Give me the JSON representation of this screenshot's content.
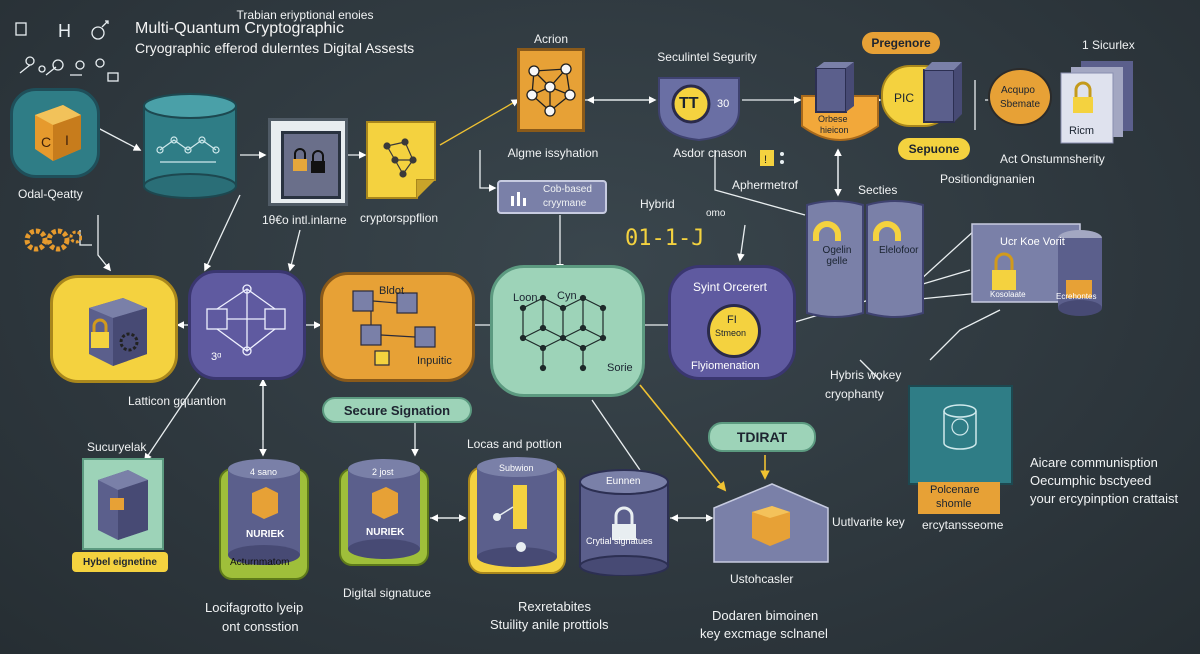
{
  "header": {
    "title": "Multi-Quantum Cryptographic",
    "subtitle": "Cryographic efferod dulerntes Digital Assests"
  },
  "legend_glyphs": [
    "□",
    "H",
    "♂",
    "◎",
    "▭"
  ],
  "labels": {
    "odal_quatty": "Odal-Qeatty",
    "trabian": "Trabian eriyptional enoies",
    "iteo": "1θ€o intl.inlarne",
    "cryptosphion": "cryptorsppflion",
    "acrion": "Acrion",
    "algme": "Algme issyhation",
    "cob_based": "Cob-based",
    "cryptname": "cryymane",
    "seculintel": "Seculintel Segurity",
    "tt": "TT",
    "thirty": "30",
    "asdor": "Asdor cnason",
    "aphermetrof": "Aphermetrof",
    "hybrid": "Hybrid",
    "code": "01-1-J",
    "ono": "omo",
    "orbese": "Orbese",
    "hieicon": "hieicon",
    "pregenore": "Pregenore",
    "pic": "PIC",
    "sepuone": "Sepuone",
    "sicurlex": "1 Sicurlex",
    "acqupo": "Acqupo",
    "sbemate": "Sbemate",
    "ricm": "Ricm",
    "act_onst": "Act Onstumnsherity",
    "position": "Positiondignanien",
    "secties": "Secties",
    "ogeline": "Ogelin gelle",
    "elelofoor": "Elelofoor",
    "ucr_koe": "Ucr Koe Vorit",
    "kosolaate": "Kosolaate",
    "ecrehonte": "Ecrehontes",
    "larticon": "Latticon gquantion",
    "sucuryelak": "Sucuryelak",
    "hybel_sig": "Hybel eignetine",
    "secure_sig": "Secure Signation",
    "bldot": "Bldot",
    "inputic": "Inpuitic",
    "three_g": "3ᵅ",
    "locn": "Loon",
    "cyn": "Cyn",
    "sorie": "Sorie",
    "syint": "Syint Orcerert",
    "fi": "FI",
    "stmeon": "Stmeon",
    "flytomention": "Flyiomenation",
    "hybris": "Hybris wokey",
    "cryopheuty": "cryophanty",
    "tdirat": "TDIRAT",
    "locas": "Locas and pottion",
    "four_sano": "4 sano",
    "nuriek1": "NURIEK",
    "acturnmatom": "Acturnmatom",
    "two_jost": "2 jost",
    "nuriek2": "NURIEK",
    "digital_sig": "Digital signatuce",
    "subwion": "Subwion",
    "eunnen": "Eunnen",
    "crytial": "Crytial signatues",
    "ustohcasler": "Ustohcasler",
    "uutlvarite": "Uutlvarite key",
    "polcenare": "Polcenare",
    "shomle": "shomle",
    "ercytansseome": "ercytansseome",
    "aicare": "Aicare communisption",
    "oecumphic": "Oecumphic bsctyeed",
    "your_encrypt": "your ercypinption crattaist",
    "locfagr": "Locifagrotto lyeip",
    "ont_consstion": "ont consstion",
    "rexretabites": "Rexretabites",
    "stuility": "Stuility anile prottiols",
    "dodaren": "Dodaren bimoinen",
    "key_exc": "key excmage sclnanel"
  },
  "colors": {
    "background": "#2f3940",
    "orange": "#e7a136",
    "yellow": "#f4d23f",
    "purple": "#5f5aa0",
    "teal": "#2f7d86",
    "mint": "#9dd3b8",
    "slate": "#7a80a8"
  }
}
